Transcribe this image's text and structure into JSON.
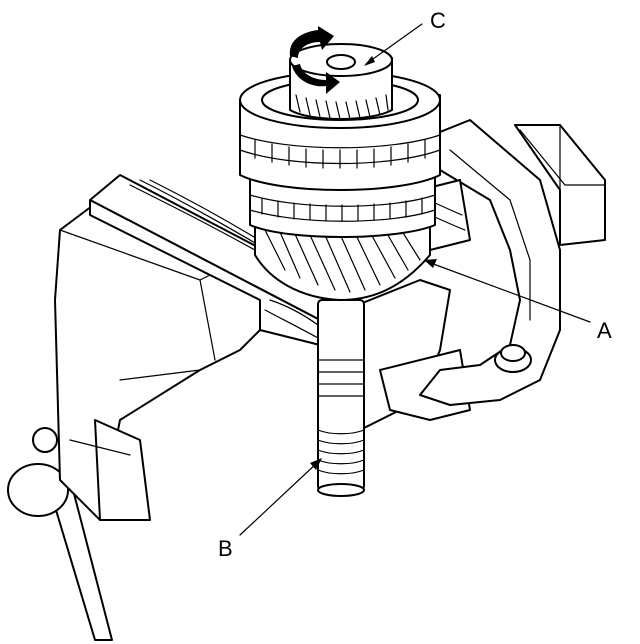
{
  "diagram": {
    "callouts": [
      {
        "id": "A",
        "label": "A"
      },
      {
        "id": "B",
        "label": "B"
      },
      {
        "id": "C",
        "label": "C"
      }
    ],
    "colors": {
      "line": "#000000",
      "background": "#ffffff"
    },
    "icons": [
      "rotation-arrow-icon",
      "bolt-head-icon"
    ]
  }
}
